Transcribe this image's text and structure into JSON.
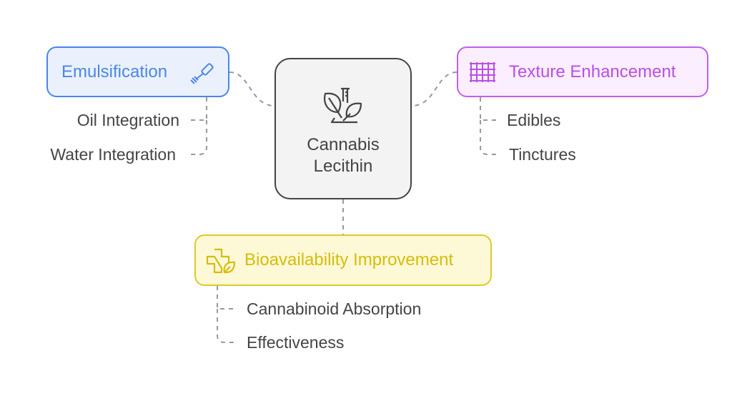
{
  "center": {
    "title_line1": "Cannabis",
    "title_line2": "Lecithin",
    "icon": "plant-flask-icon"
  },
  "branches": [
    {
      "title": "Emulsification",
      "icon": "hand-blender-icon",
      "color": "#4a86e8",
      "fill": "#eaf1fd",
      "items": [
        "Oil Integration",
        "Water Integration"
      ]
    },
    {
      "title": "Texture Enhancement",
      "icon": "grid-mesh-icon",
      "color": "#b94fe6",
      "fill": "#fbeefe",
      "items": [
        "Edibles",
        "Tinctures"
      ]
    },
    {
      "title": "Bioavailability Improvement",
      "icon": "medical-cross-leaf-icon",
      "color": "#d6bd0a",
      "fill": "#fdf8d6",
      "items": [
        "Cannabinoid Absorption",
        "Effectiveness"
      ]
    }
  ]
}
